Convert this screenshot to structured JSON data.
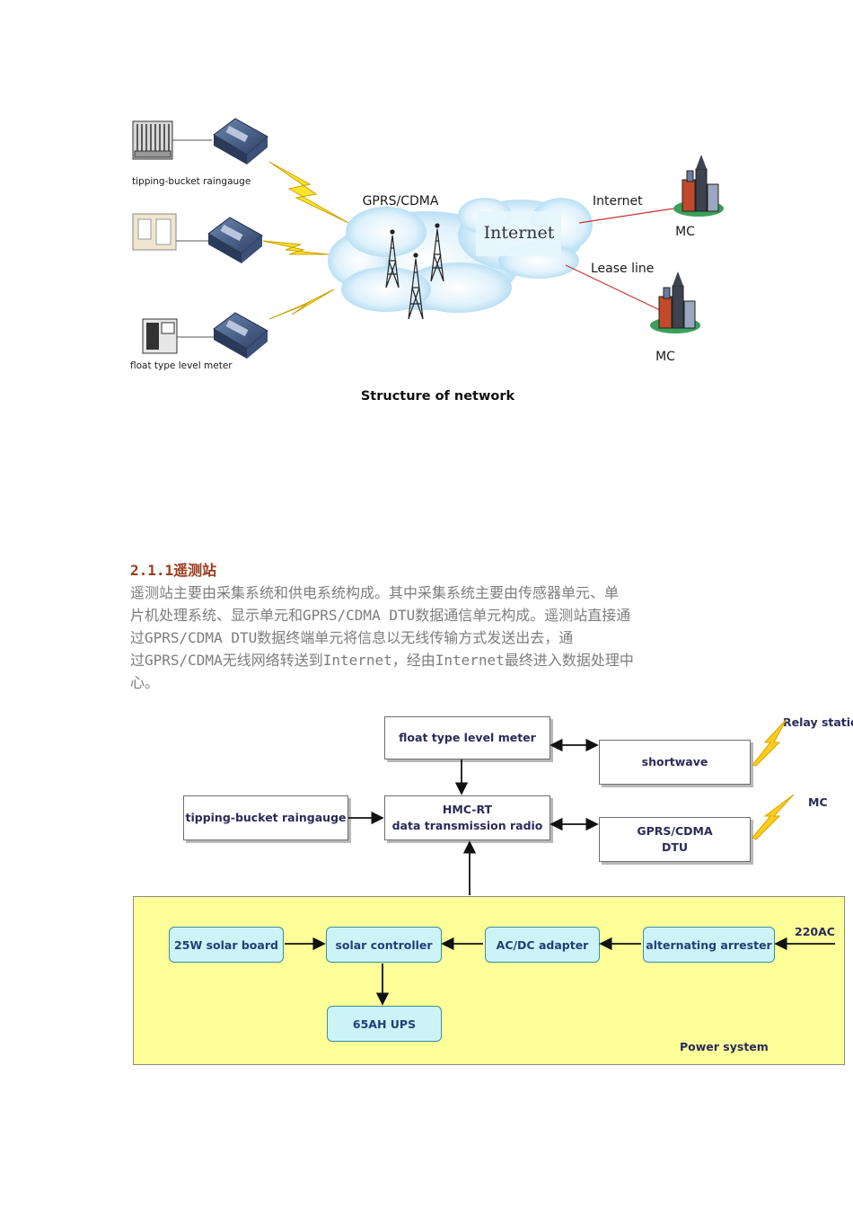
{
  "network_figure": {
    "labels": {
      "raingauge": "tipping-bucket raingauge",
      "float_meter": "float type level meter",
      "gprs": "GPRS/CDMA",
      "internet_cloud": "Internet",
      "internet_link": "Internet",
      "lease_line": "Lease line",
      "mc_top": "MC",
      "mc_bottom": "MC"
    },
    "caption": "Structure of network"
  },
  "section": {
    "heading": "2.1.1遥测站",
    "lines": [
      "遥测站主要由采集系统和供电系统构成。其中采集系统主要由传感器单元、单",
      "片机处理系统、显示单元和GPRS/CDMA DTU数据通信单元构成。遥测站直接通",
      "过GPRS/CDMA DTU数据终端单元将信息以无线传输方式发送出去，通",
      "过GPRS/CDMA无线网络转送到Internet，经由Internet最终进入数据处理中",
      "心。"
    ]
  },
  "block_diagram": {
    "float_meter": "float type level meter",
    "shortwave": "shortwave",
    "relay_label": "Relay station",
    "mc_label": "MC",
    "raingauge": "tipping-bucket raingauge",
    "hmc_line1": "HMC-RT",
    "hmc_line2": "data transmission radio",
    "gprs_line1": "GPRS/CDMA",
    "gprs_line2": "DTU",
    "power": {
      "solar_board": "25W solar board",
      "solar_controller": "solar controller",
      "adapter": "AC/DC adapter",
      "arrester": "alternating arrester",
      "ac_input": "220AC",
      "ups": "65AH UPS",
      "system_label": "Power system"
    }
  },
  "colors": {
    "cloud": "#bfe3f6",
    "power_bg": "#ffff99",
    "power_box": "#ccf4f6",
    "lightning": "#ffd21e",
    "heading": "#9a3a1a",
    "body_text": "#7d7d7d",
    "link_red": "#cc3333"
  }
}
